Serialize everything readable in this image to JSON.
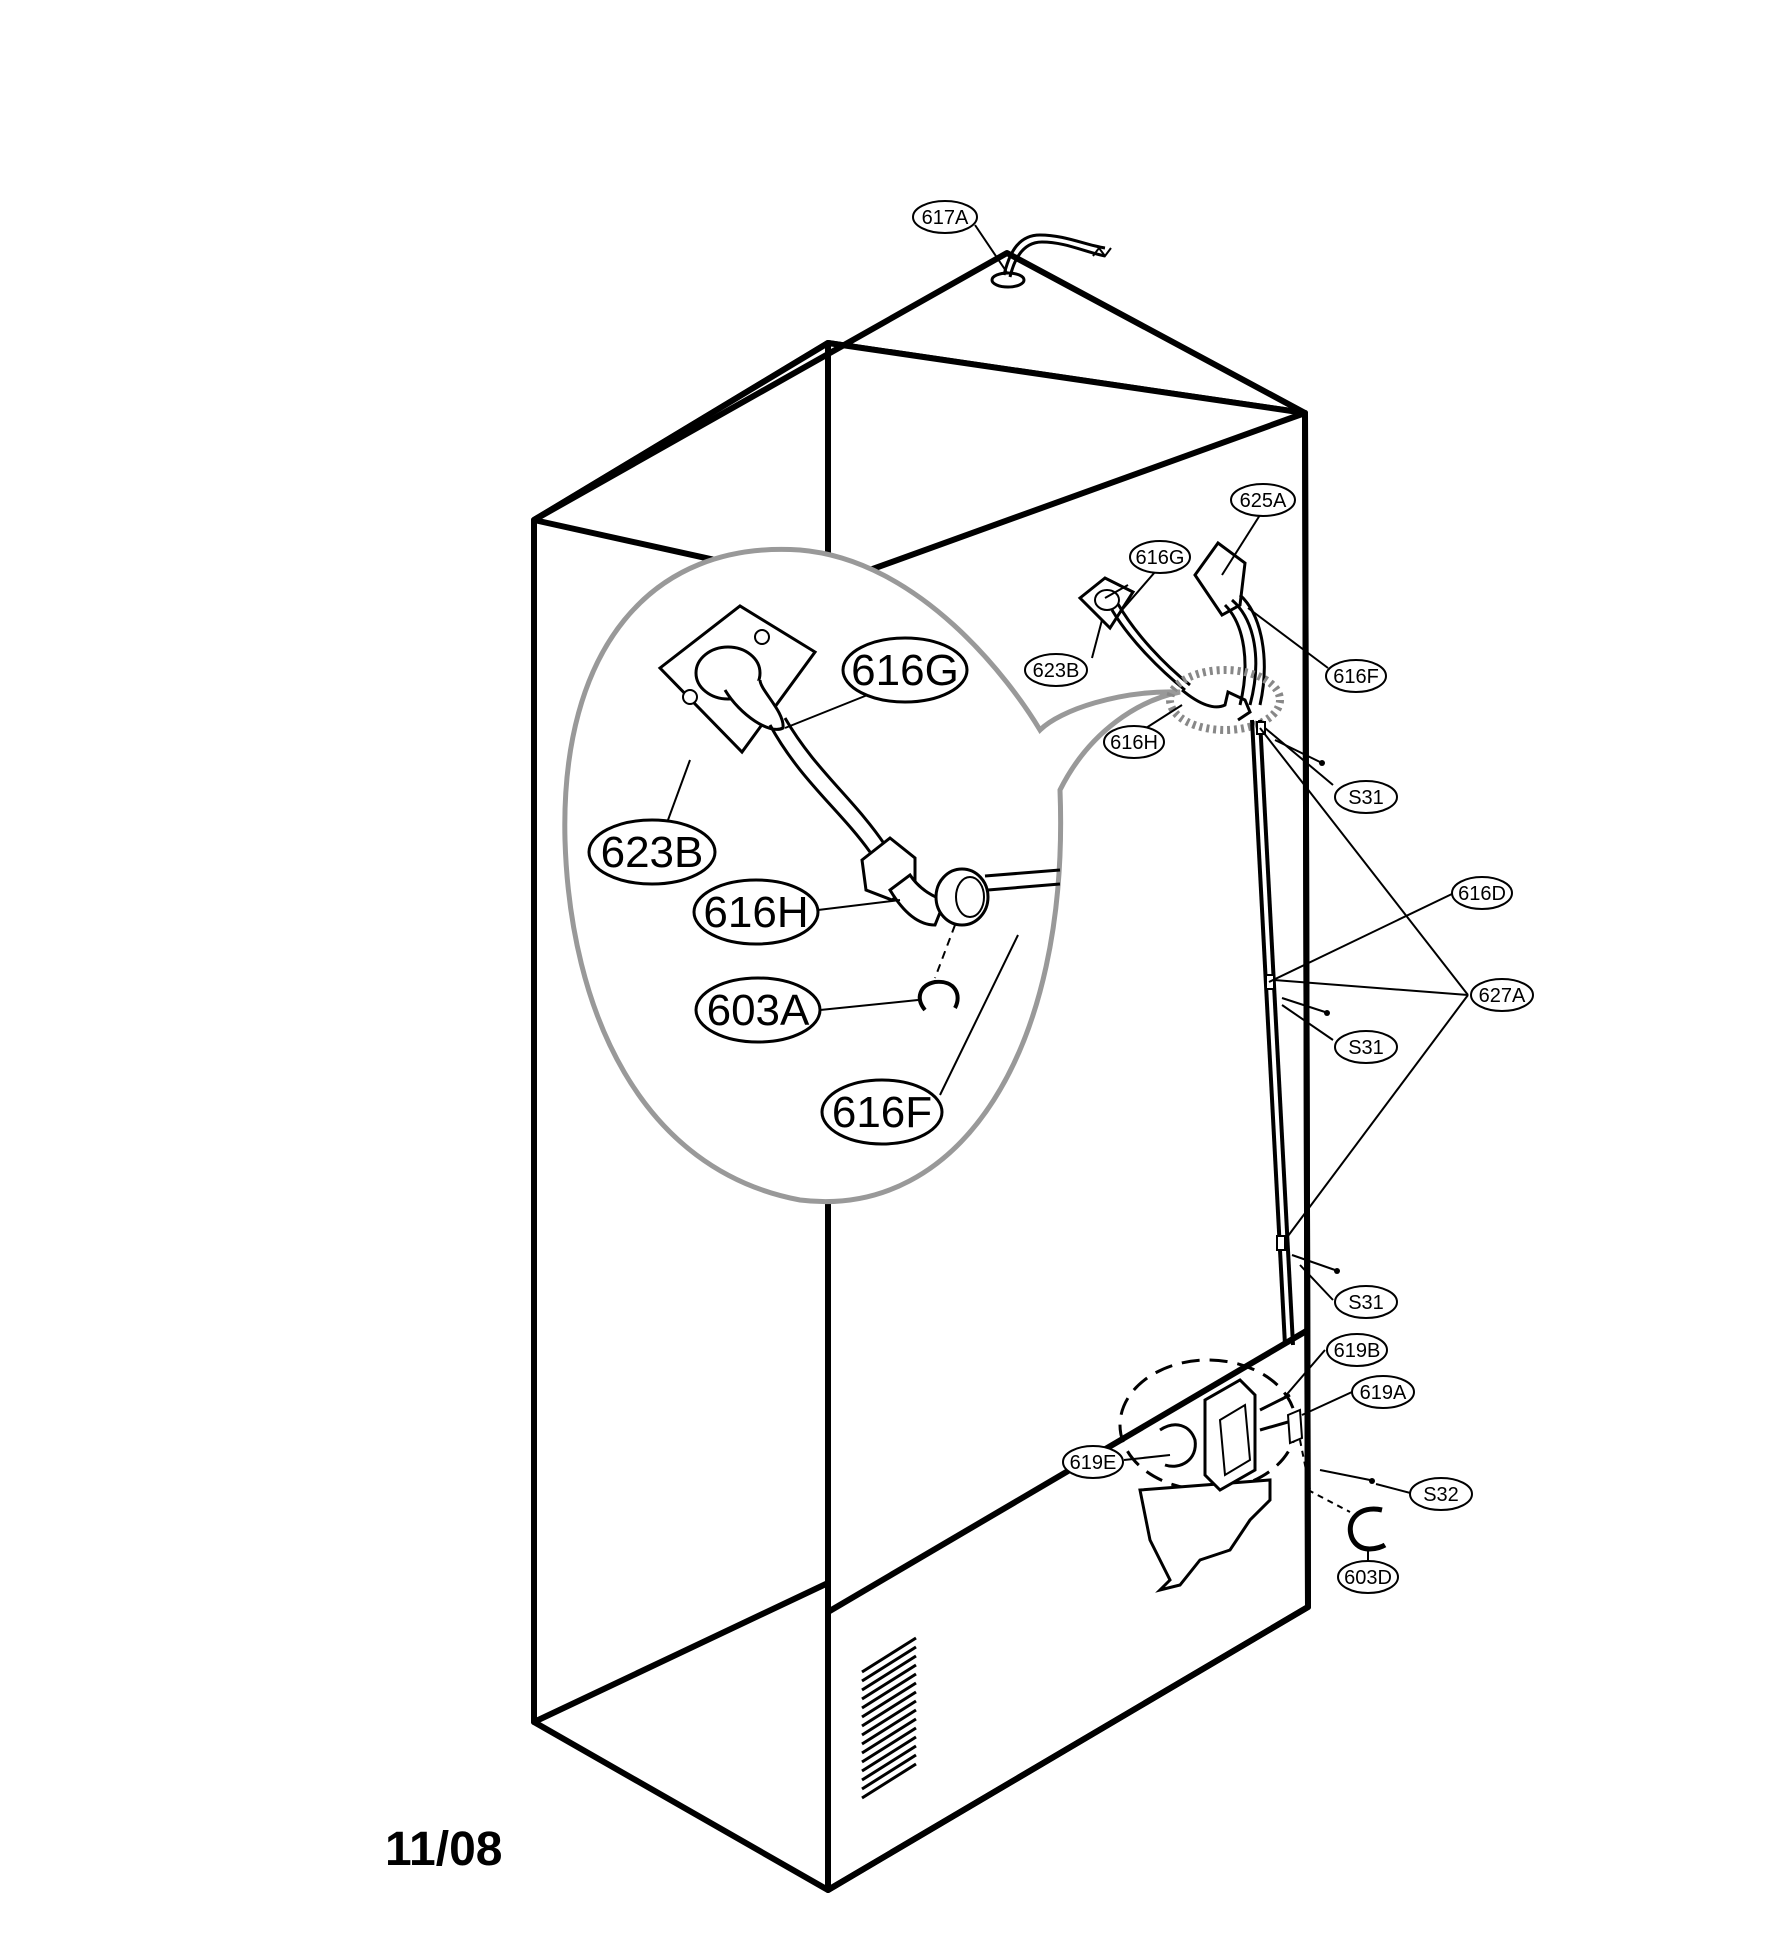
{
  "date_code": "11/08",
  "callouts": {
    "c617A": "617A",
    "c625A": "625A",
    "c616G": "616G",
    "c623B": "623B",
    "c616F": "616F",
    "c616H": "616H",
    "s31_a": "S31",
    "c616D": "616D",
    "c627A": "627A",
    "s31_b": "S31",
    "s31_c": "S31",
    "c619B": "619B",
    "c619A": "619A",
    "c619E": "619E",
    "s32": "S32",
    "c603D": "603D"
  },
  "detail_callouts": {
    "d616G": "616G",
    "d623B": "623B",
    "d616H": "616H",
    "d603A": "603A",
    "d616F": "616F"
  }
}
